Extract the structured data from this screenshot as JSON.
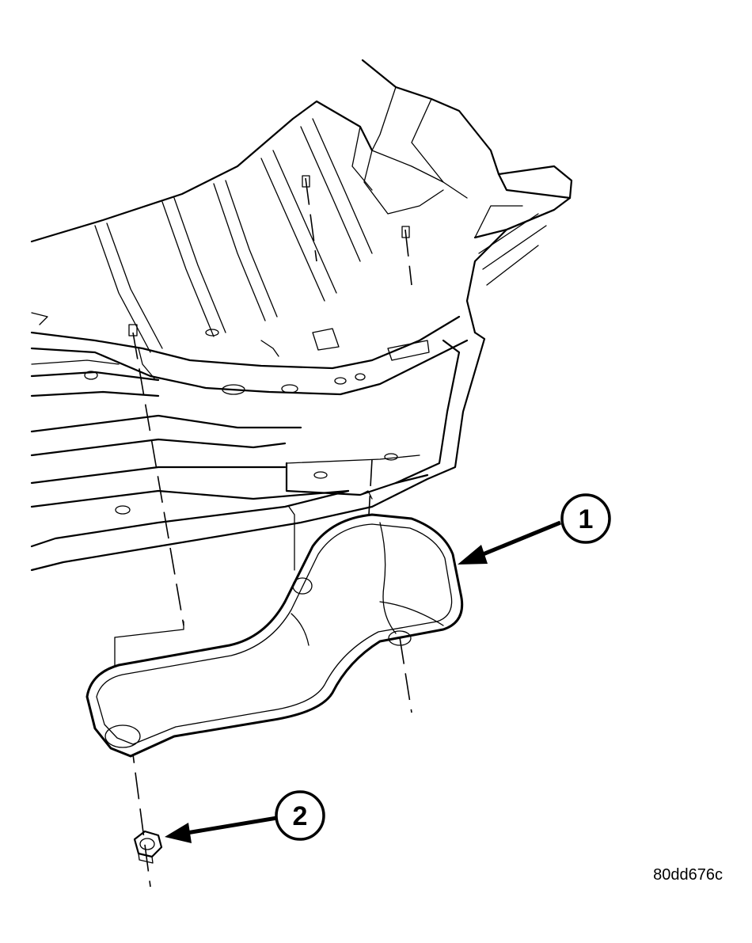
{
  "callouts": [
    {
      "label": "1",
      "part": "heat-shield"
    },
    {
      "label": "2",
      "part": "nut"
    }
  ],
  "figure_id": "80dd676c"
}
